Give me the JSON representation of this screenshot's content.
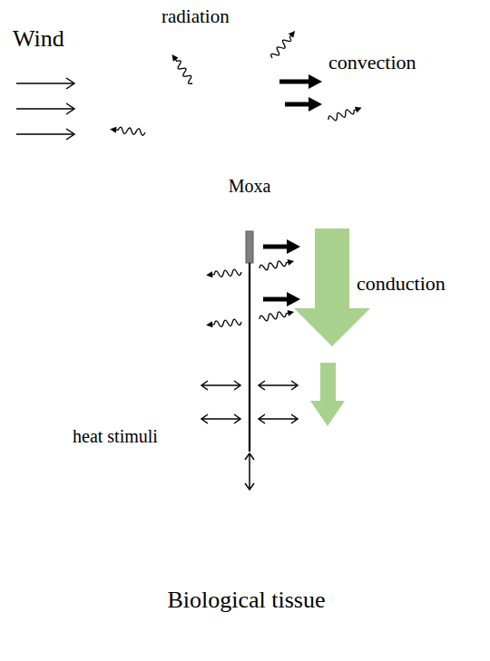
{
  "diagram": {
    "nodes": [
      {
        "text": [
          "Moxa"
        ]
      },
      {
        "text": [
          "Biological tissue"
        ]
      }
    ],
    "labels": [
      "radiation",
      "convection",
      "Wind",
      "conduction",
      "heat stimuli"
    ]
  }
}
